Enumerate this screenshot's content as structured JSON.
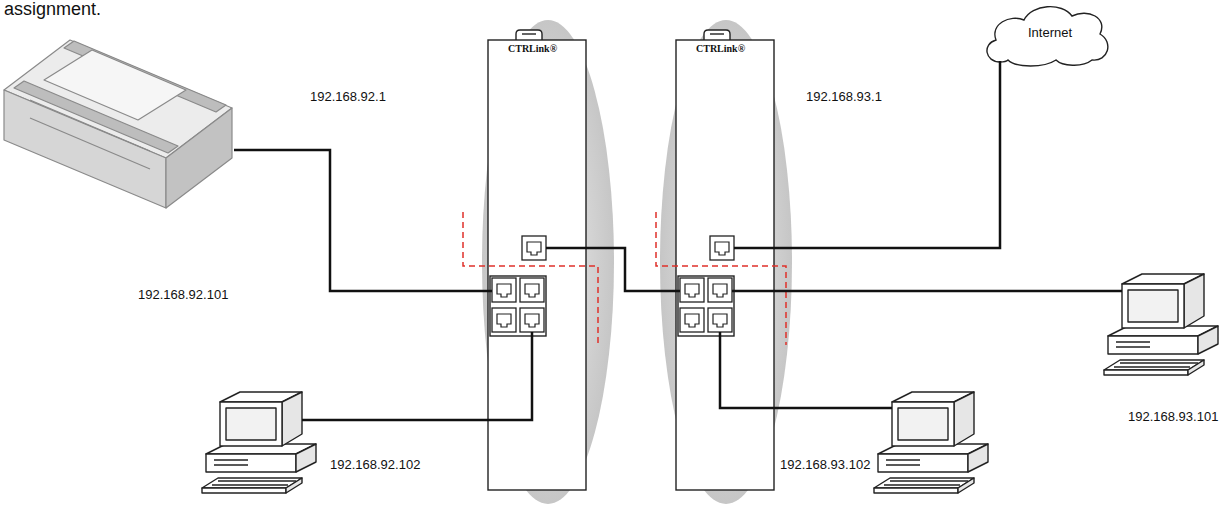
{
  "diagram": {
    "nodes": [
      {
        "text": [
          "192.168.92.101"
        ]
      },
      {
        "text": [
          "CTRLink®",
          "192.168.92.1"
        ]
      },
      {
        "text": [
          "192.168.92.102"
        ]
      },
      {
        "text": [
          "CTRLink®",
          "192.168.93.1"
        ]
      },
      {
        "text": [
          "Internet"
        ]
      },
      {
        "text": [
          "192.168.93.101"
        ]
      },
      {
        "text": [
          "192.168.93.102"
        ]
      }
    ],
    "edges": [
      {
        "from": 0,
        "to": 1,
        "arrow": "none"
      },
      {
        "from": 2,
        "to": 1,
        "arrow": "none"
      },
      {
        "from": 1,
        "to": 3,
        "arrow": "none"
      },
      {
        "from": 3,
        "to": 4,
        "arrow": "none"
      },
      {
        "from": 3,
        "to": 5,
        "arrow": "none"
      },
      {
        "from": 3,
        "to": 6,
        "arrow": "none"
      }
    ],
    "labels": [
      "assignment."
    ]
  }
}
